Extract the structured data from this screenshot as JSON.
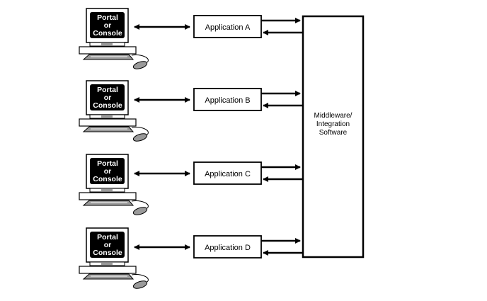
{
  "diagram": {
    "rows": [
      {
        "workstation_label": [
          "Portal",
          "or",
          "Console"
        ],
        "application_label": "Application A"
      },
      {
        "workstation_label": [
          "Portal",
          "or",
          "Console"
        ],
        "application_label": "Application B"
      },
      {
        "workstation_label": [
          "Portal",
          "or",
          "Console"
        ],
        "application_label": "Application C"
      },
      {
        "workstation_label": [
          "Portal",
          "or",
          "Console"
        ],
        "application_label": "Application D"
      }
    ],
    "middleware_label": [
      "Middleware/",
      "Integration",
      "Software"
    ],
    "colors": {
      "stroke": "#000000",
      "screen": "#000000",
      "screen_text": "#ffffff",
      "shade": "#9a9a9a",
      "background": "#ffffff"
    }
  }
}
